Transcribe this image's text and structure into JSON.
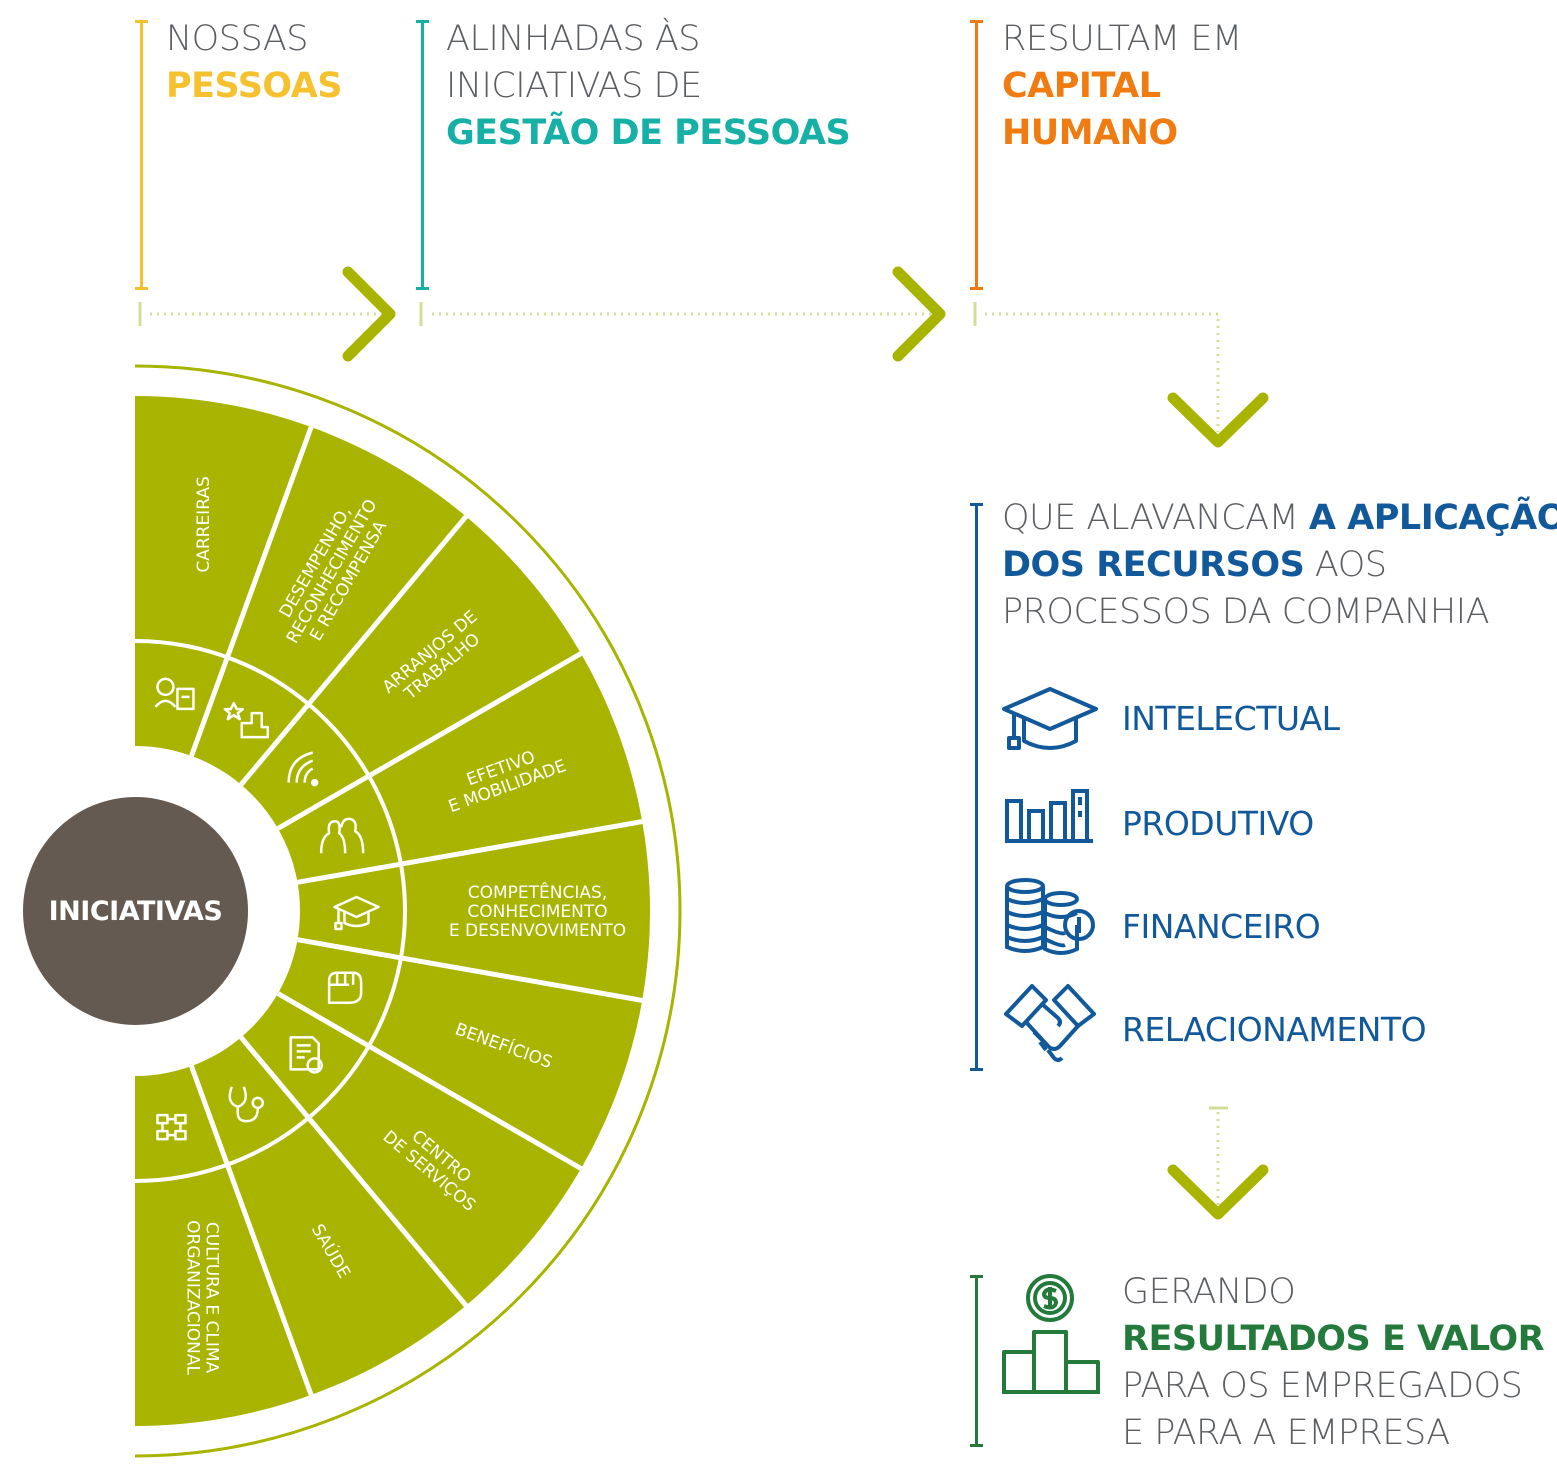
{
  "header": {
    "col1": {
      "line1": "NOSSAS",
      "line2": "PESSOAS"
    },
    "col2": {
      "line1": "ALINHADAS ÀS",
      "line2": "INICIATIVAS DE",
      "line3": "GESTÃO DE PESSOAS"
    },
    "col3": {
      "line1": "RESULTAM EM",
      "line2": "CAPITAL",
      "line3": "HUMANO"
    }
  },
  "center": {
    "label": "INICIATIVAS"
  },
  "segments": [
    {
      "lines": [
        "CARREIRAS"
      ],
      "icon": "career-icon"
    },
    {
      "lines": [
        "DESEMPENHO,",
        "RECONHECIMENTO",
        "E RECOMPENSA"
      ],
      "icon": "podium-star-icon"
    },
    {
      "lines": [
        "ARRANJOS DE",
        "TRABALHO"
      ],
      "icon": "wifi-icon"
    },
    {
      "lines": [
        "EFETIVO",
        "E MOBILIDADE"
      ],
      "icon": "people-icon"
    },
    {
      "lines": [
        "COMPETÊNCIAS,",
        "CONHECIMENTO",
        "E DESENVOVIMENTO"
      ],
      "icon": "graduation-cap-icon"
    },
    {
      "lines": [
        "BENEFÍCIOS"
      ],
      "icon": "fist-icon"
    },
    {
      "lines": [
        "CENTRO",
        "DE SERVIÇOS"
      ],
      "icon": "document-clock-icon"
    },
    {
      "lines": [
        "SAÚDE"
      ],
      "icon": "stethoscope-icon"
    },
    {
      "lines": [
        "CULTURA E CLIMA",
        "ORGANIZACIONAL"
      ],
      "icon": "org-chart-icon"
    }
  ],
  "leverage": {
    "part1": "QUE ALAVANCAM ",
    "part2": "A APLICAÇÃO",
    "part3": "DOS RECURSOS",
    "part4": " AOS",
    "line3": "PROCESSOS DA COMPANHIA"
  },
  "resources": [
    {
      "label": "INTELECTUAL",
      "icon": "graduation-cap-icon"
    },
    {
      "label": "PRODUTIVO",
      "icon": "bar-chart-icon"
    },
    {
      "label": "FINANCEIRO",
      "icon": "coins-icon"
    },
    {
      "label": "RELACIONAMENTO",
      "icon": "handshake-icon"
    }
  ],
  "results": {
    "line1": "GERANDO",
    "line2": "RESULTADOS E VALOR",
    "line3": "PARA OS EMPREGADOS",
    "line4": "E PARA A EMPRESA",
    "icon": "money-podium-icon"
  },
  "colors": {
    "yellow": "#f6c12e",
    "teal": "#17b0a7",
    "orange": "#f07c11",
    "olive": "#a8b400",
    "light_olive": "#d4dc9a",
    "blue": "#12599c",
    "green": "#237a3a",
    "center_brown": "#645a51",
    "gray_text": "#5a5d61"
  }
}
